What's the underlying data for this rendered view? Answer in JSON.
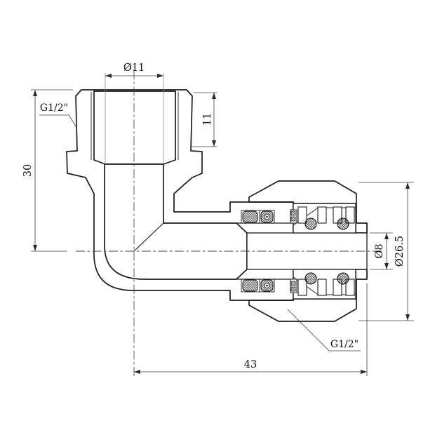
{
  "drawing": {
    "line_color": "#1c1c1c",
    "background": "#ffffff",
    "labels": {
      "dia_top": "Ø11",
      "thread_depth": "11",
      "thread_top": "G1/2\"",
      "height": "30",
      "bore": "Ø8",
      "outer_dia": "Ø26.5",
      "thread_bottom": "G1/2\"",
      "length": "43"
    }
  }
}
